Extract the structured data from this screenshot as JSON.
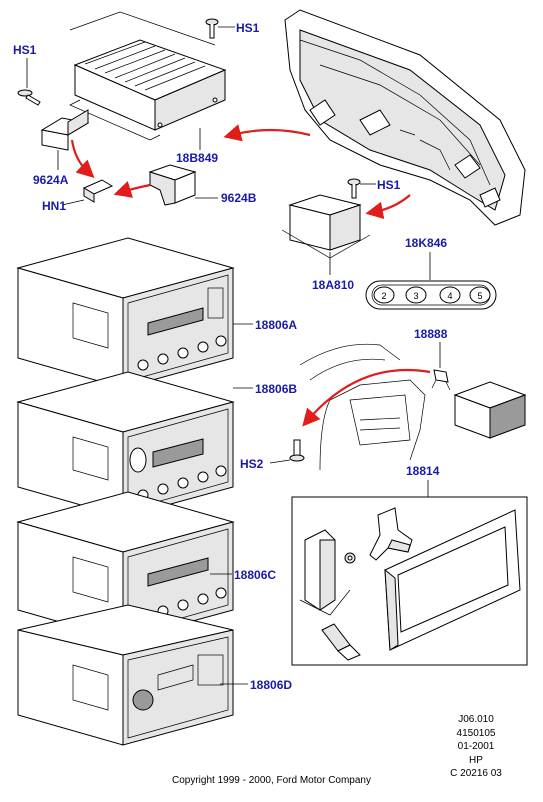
{
  "callouts": {
    "hs1_top_left": "HS1",
    "hs1_top_center": "HS1",
    "hs1_middle_right": "HS1",
    "hs2": "HS2",
    "hn1": "HN1",
    "p18b849": "18B849",
    "p9624a": "9624A",
    "p9624b": "9624B",
    "p18a810": "18A810",
    "p18k846": "18K846",
    "p18806a": "18806A",
    "p18806b": "18806B",
    "p18806c": "18806C",
    "p18806d": "18806D",
    "p18888": "18888",
    "p18814": "18814"
  },
  "keypad_buttons": [
    "2",
    "3",
    "4",
    "5"
  ],
  "meta": {
    "line1": "J06.010",
    "line2": "4150105",
    "line3": "01-2001",
    "line4": "HP",
    "line5": "C 20216 03"
  },
  "copyright": "Copyright 1999 - 2000, Ford Motor Company",
  "colors": {
    "callout": "#1a1aa6",
    "arrow": "#e21b1b",
    "line": "#000000"
  }
}
